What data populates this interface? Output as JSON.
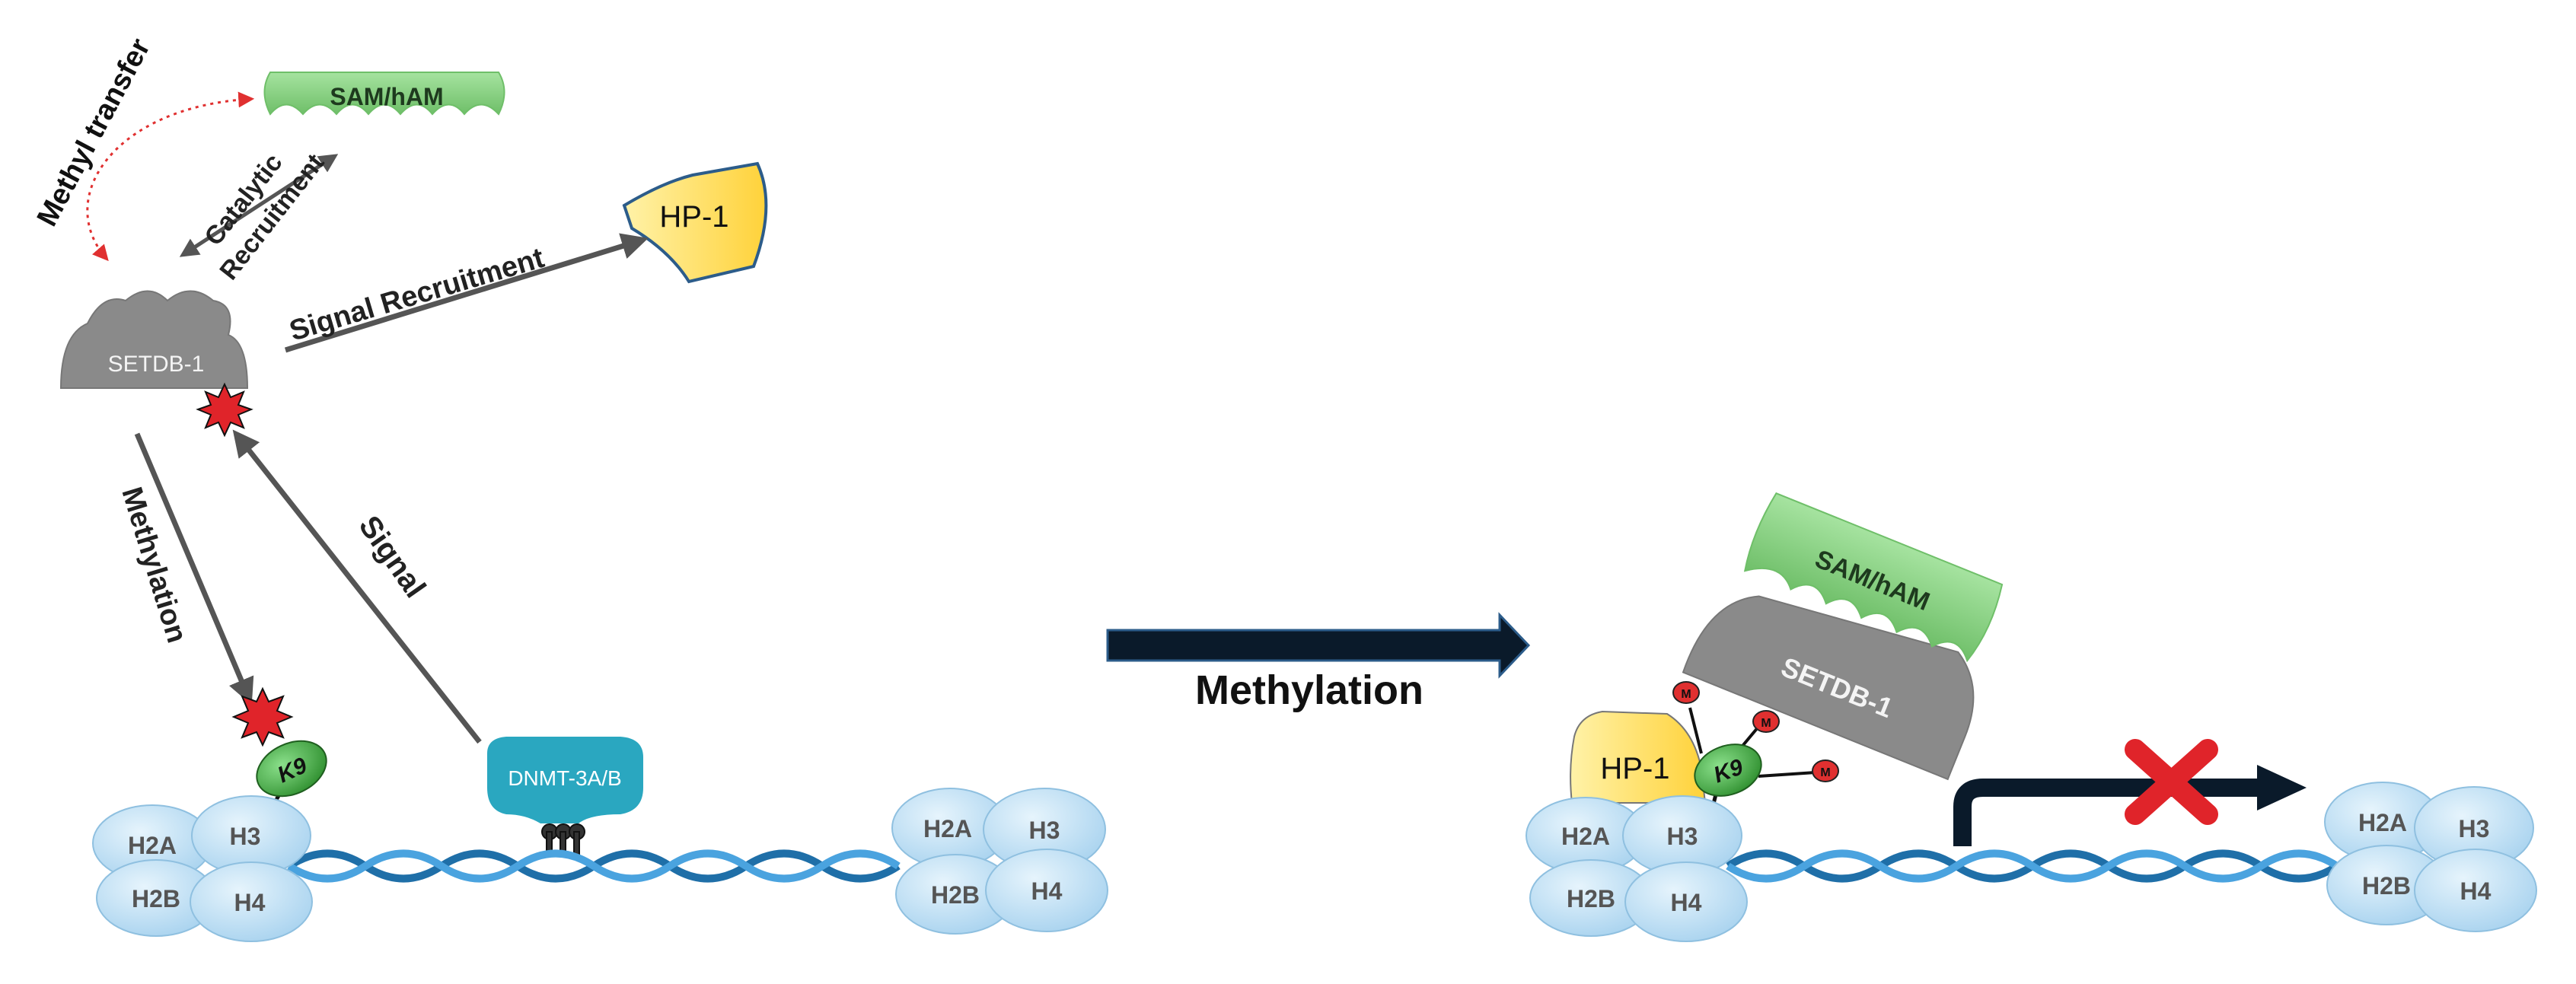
{
  "labels": {
    "methyl_transfer": "Methyl transfer",
    "sam_ham": "SAM/hAM",
    "catalytic": "Catalytic",
    "recruitment": "Recruitment",
    "hp1": "HP-1",
    "signal_recruitment": "Signal Recruitment",
    "setdb1": "SETDB-1",
    "methylation_arrow": "Methylation",
    "signal": "Signal",
    "k9": "K9",
    "dnmt": "DNMT-3A/B",
    "h2a": "H2A",
    "h3": "H3",
    "h2b": "H2B",
    "h4": "H4",
    "methylation_main": "Methylation",
    "methyl_mark": "M"
  },
  "colors": {
    "histone_fill": "#bfe0f5",
    "histone_stroke": "#8fc0e0",
    "histone_text": "#555555",
    "dna_dark": "#1f6fa8",
    "dna_light": "#4aa3df",
    "setdb_gray": "#8a8a8a",
    "sam_green": "#8fd18a",
    "hp1_yellow": "#ffe066",
    "k9_green": "#3aa83a",
    "dnmt_teal": "#2aa7c0",
    "arrow_gray": "#555555",
    "block_red": "#e0242a",
    "methyl_red": "#e03030",
    "main_arrow": "#0a1a2a"
  }
}
